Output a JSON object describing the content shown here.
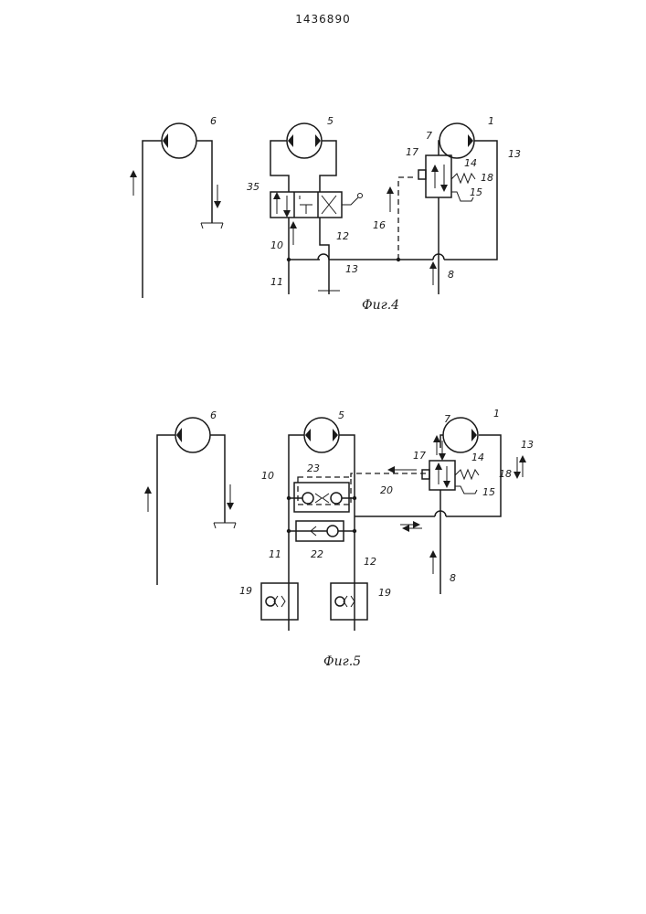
{
  "header": {
    "patent_number": "1436890"
  },
  "figures": [
    {
      "caption": "Фиг.4",
      "labels": {
        "motor_6": "6",
        "motor_5": "5",
        "motor_1": "1",
        "valve_35": "35",
        "l7": "7",
        "l17": "17",
        "l14": "14",
        "l18": "18",
        "l15": "15",
        "l13a": "13",
        "l16": "16",
        "l10": "10",
        "l12": "12",
        "l13b": "13",
        "l11": "11",
        "l8": "8"
      }
    },
    {
      "caption": "Фиг.5",
      "labels": {
        "motor_6": "6",
        "motor_5": "5",
        "motor_1": "1",
        "l7": "7",
        "l13": "13",
        "l17": "17",
        "l14": "14",
        "l18": "18",
        "l15": "15",
        "l10": "10",
        "l23": "23",
        "l20": "20",
        "l22": "22",
        "l11": "11",
        "l12": "12",
        "l8": "8",
        "l19a": "19",
        "l19b": "19"
      }
    }
  ]
}
